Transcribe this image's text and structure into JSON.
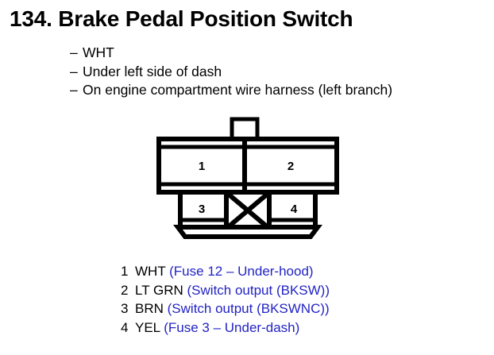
{
  "heading": {
    "number": "134.",
    "title": "Brake Pedal Position Switch",
    "full": "134. Brake Pedal Position Switch"
  },
  "notes": {
    "dash": "–",
    "items": [
      "WHT",
      "Under left side of dash",
      "On engine compartment wire harness (left branch)"
    ]
  },
  "connector": {
    "label": "4-pin connector face view",
    "top_tab": "locking-tab",
    "upper_cells": [
      {
        "number": "1"
      },
      {
        "number": "2"
      }
    ],
    "lower_cells": [
      {
        "number": "3"
      },
      {
        "number": "X",
        "blocked": true
      },
      {
        "number": "4"
      }
    ]
  },
  "legend": {
    "rows": [
      {
        "index": "1",
        "color": "WHT",
        "desc": "(Fuse 12 – Under-hood)"
      },
      {
        "index": "2",
        "color": "LT GRN",
        "desc": "(Switch output (BKSW))"
      },
      {
        "index": "3",
        "color": "BRN",
        "desc": "(Switch output (BKSWNC))"
      },
      {
        "index": "4",
        "color": "YEL",
        "desc": "(Fuse 3 – Under-dash)"
      }
    ]
  },
  "colors": {
    "text": "#000000",
    "desc_blue": "#2323c4",
    "background": "#ffffff",
    "line": "#000000"
  }
}
